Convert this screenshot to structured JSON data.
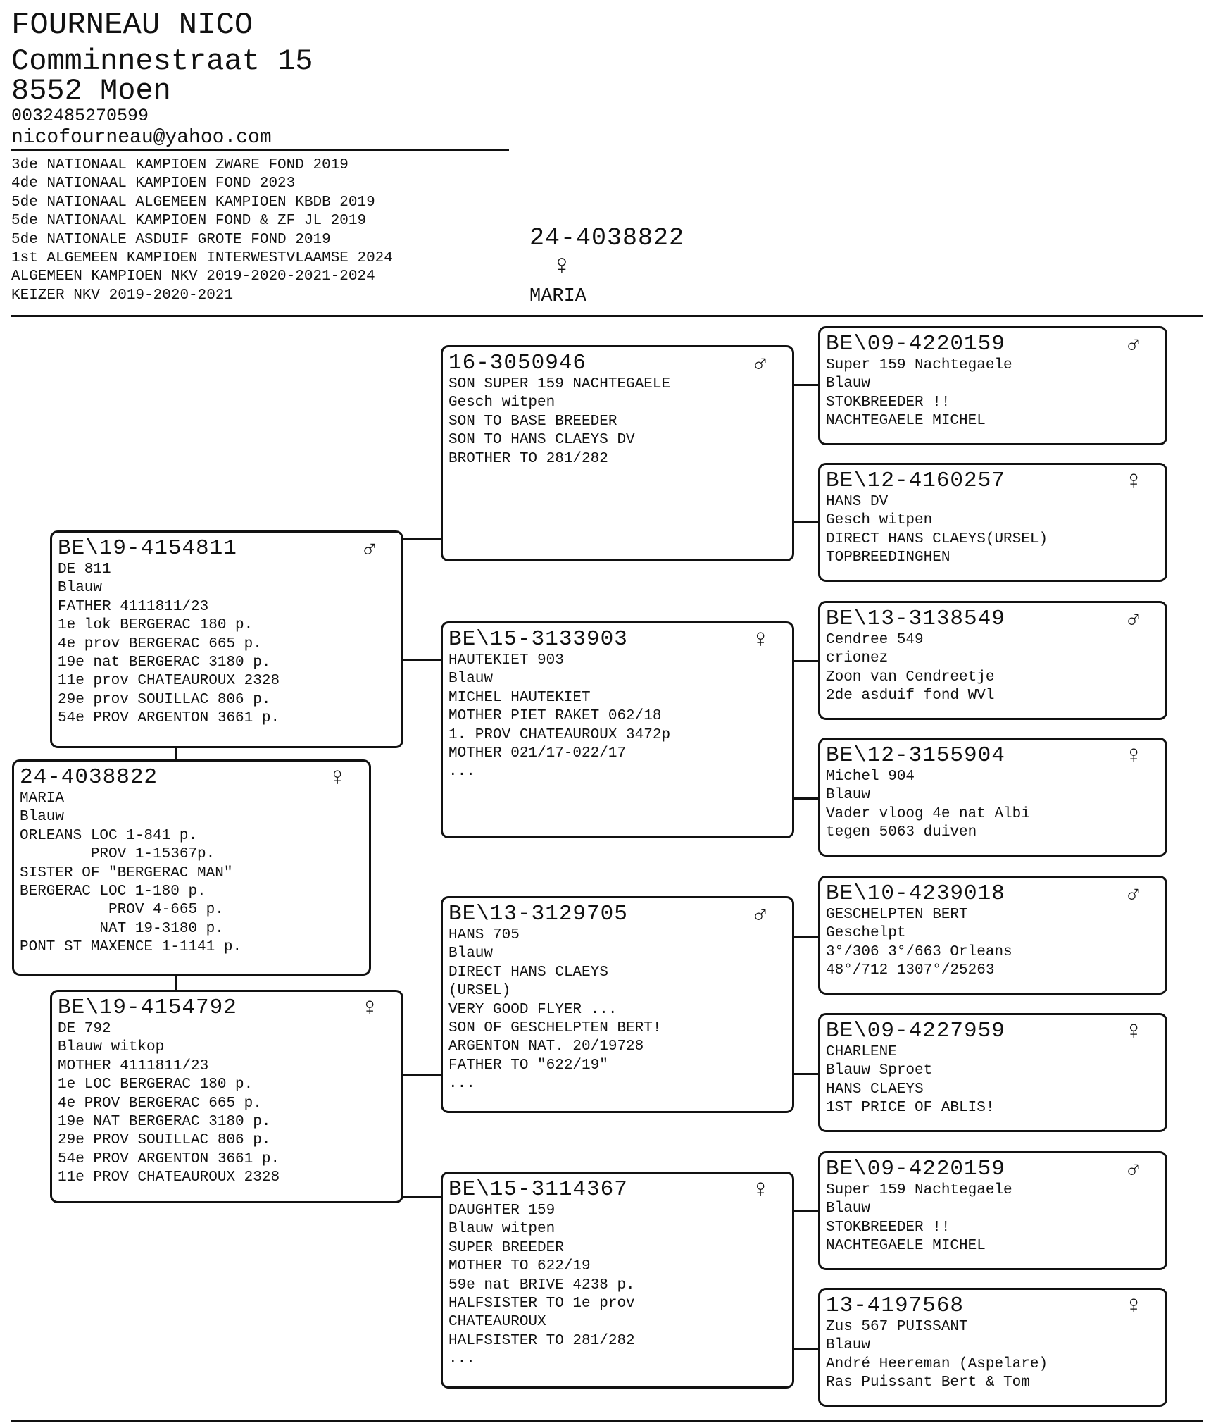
{
  "owner": {
    "name": "FOURNEAU NICO",
    "street": "Comminnestraat 15",
    "city": "8552 Moen",
    "phone": "0032485270599",
    "email": "nicofourneau@yahoo.com"
  },
  "titles": [
    "3de NATIONAAL KAMPIOEN ZWARE FOND 2019",
    "4de NATIONAAL KAMPIOEN FOND 2023",
    "5de NATIONAAL ALGEMEEN KAMPIOEN KBDB 2019",
    "5de NATIONAAL KAMPIOEN FOND & ZF JL 2019",
    "5de NATIONALE ASDUIF GROTE FOND 2019",
    "1st ALGEMEEN KAMPIOEN INTERWESTVLAAMSE 2024",
    "ALGEMEEN KAMPIOEN NKV 2019-2020-2021-2024",
    "KEIZER NKV 2019-2020-2021"
  ],
  "subject_header": {
    "ring": "24-4038822",
    "sex": "♀",
    "name": "MARIA"
  },
  "subject": {
    "ring": "24-4038822",
    "sex": "♀",
    "lines": [
      "MARIA",
      "Blauw",
      "ORLEANS LOC 1-841 p.",
      "        PROV 1-15367p.",
      "SISTER OF \"BERGERAC MAN\"",
      "BERGERAC LOC 1-180 p.",
      "          PROV 4-665 p.",
      "         NAT 19-3180 p.",
      "PONT ST MAXENCE 1-1141 p."
    ]
  },
  "sire": {
    "ring": "BE\\19-4154811",
    "sex": "♂",
    "lines": [
      "DE 811",
      "Blauw",
      "FATHER 4111811/23",
      "1e lok BERGERAC 180 p.",
      "4e prov BERGERAC 665 p.",
      "19e nat BERGERAC 3180 p.",
      "11e prov CHATEAUROUX 2328",
      "29e prov SOUILLAC 806 p.",
      "54e PROV ARGENTON 3661 p."
    ]
  },
  "dam": {
    "ring": "BE\\19-4154792",
    "sex": "♀",
    "lines": [
      "DE 792",
      "Blauw witkop",
      "MOTHER 4111811/23",
      "1e LOC BERGERAC 180 p.",
      "4e PROV BERGERAC 665 p.",
      "19e NAT BERGERAC 3180 p.",
      "29e PROV SOUILLAC 806 p.",
      "54e PROV ARGENTON 3661 p.",
      "11e PROV CHATEAUROUX 2328"
    ]
  },
  "grandparents": [
    {
      "ring": "16-3050946",
      "sex": "♂",
      "lines": [
        "SON SUPER 159 NACHTEGAELE",
        "Gesch witpen",
        "SON TO BASE BREEDER",
        "SON TO HANS CLAEYS DV",
        "BROTHER TO 281/282"
      ]
    },
    {
      "ring": "BE\\15-3133903",
      "sex": "♀",
      "lines": [
        "HAUTEKIET 903",
        "Blauw",
        "MICHEL HAUTEKIET",
        "MOTHER PIET RAKET 062/18",
        "1. PROV CHATEAUROUX 3472p",
        "MOTHER 021/17-022/17",
        "..."
      ]
    },
    {
      "ring": "BE\\13-3129705",
      "sex": "♂",
      "lines": [
        "HANS 705",
        "Blauw",
        "DIRECT HANS CLAEYS",
        "(URSEL)",
        "VERY GOOD FLYER ...",
        "SON OF GESCHELPTEN BERT!",
        "ARGENTON NAT. 20/19728",
        "FATHER TO \"622/19\"",
        "..."
      ]
    },
    {
      "ring": "BE\\15-3114367",
      "sex": "♀",
      "lines": [
        "DAUGHTER 159",
        "Blauw witpen",
        "SUPER BREEDER",
        "MOTHER TO 622/19",
        "59e nat BRIVE 4238 p.",
        "HALFSISTER TO 1e prov",
        "CHATEAUROUX",
        "HALFSISTER TO 281/282",
        "..."
      ]
    }
  ],
  "great_grandparents": [
    {
      "ring": "BE\\09-4220159",
      "sex": "♂",
      "lines": [
        "Super 159 Nachtegaele",
        "Blauw",
        "STOKBREEDER !!",
        "NACHTEGAELE MICHEL"
      ]
    },
    {
      "ring": "BE\\12-4160257",
      "sex": "♀",
      "lines": [
        "HANS DV",
        "Gesch witpen",
        "DIRECT HANS CLAEYS(URSEL)",
        "TOPBREEDINGHEN"
      ]
    },
    {
      "ring": "BE\\13-3138549",
      "sex": "♂",
      "lines": [
        "Cendree 549",
        "crionez",
        "Zoon van Cendreetje",
        "2de asduif fond WVl"
      ]
    },
    {
      "ring": "BE\\12-3155904",
      "sex": "♀",
      "lines": [
        "Michel 904",
        "Blauw",
        "Vader vloog 4e nat Albi",
        "tegen 5063 duiven"
      ]
    },
    {
      "ring": "BE\\10-4239018",
      "sex": "♂",
      "lines": [
        "GESCHELPTEN BERT",
        "Geschelpt",
        "3°/306 3°/663 Orleans",
        "48°/712 1307°/25263"
      ]
    },
    {
      "ring": "BE\\09-4227959",
      "sex": "♀",
      "lines": [
        "CHARLENE",
        "Blauw Sproet",
        "HANS CLAEYS",
        "1ST PRICE OF ABLIS!"
      ]
    },
    {
      "ring": "BE\\09-4220159",
      "sex": "♂",
      "lines": [
        "Super 159 Nachtegaele",
        "Blauw",
        "STOKBREEDER !!",
        "NACHTEGAELE MICHEL"
      ]
    },
    {
      "ring": "13-4197568",
      "sex": "♀",
      "lines": [
        "Zus 567 PUISSANT",
        "Blauw",
        "André Heereman (Aspelare)",
        "Ras Puissant Bert & Tom"
      ]
    }
  ]
}
